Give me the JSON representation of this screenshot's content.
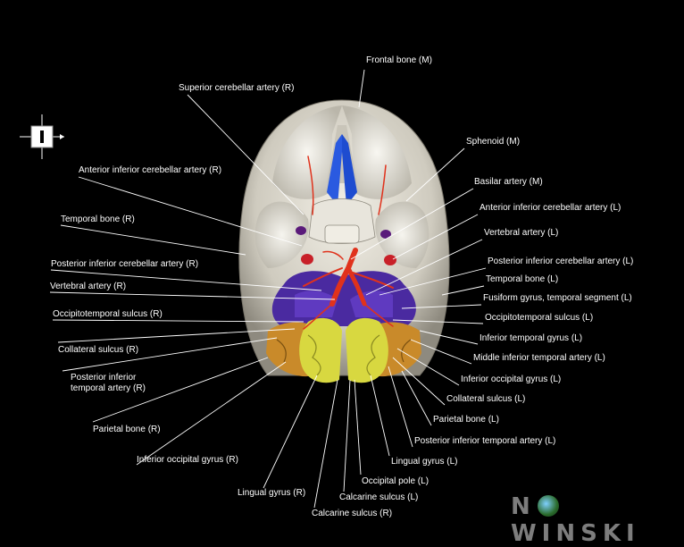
{
  "labels": [
    {
      "id": "frontal-bone-m",
      "text": "Frontal bone (M)",
      "side": "right"
    },
    {
      "id": "superior-cerebellar-artery-r",
      "text": "Superior cerebellar artery (R)",
      "side": "left"
    },
    {
      "id": "sphenoid-m",
      "text": "Sphenoid (M)",
      "side": "right"
    },
    {
      "id": "anterior-inferior-cerebellar-artery-r",
      "text": "Anterior inferior cerebellar artery (R)",
      "side": "left"
    },
    {
      "id": "basilar-artery-m",
      "text": "Basilar artery (M)",
      "side": "right"
    },
    {
      "id": "anterior-inferior-cerebellar-artery-l",
      "text": "Anterior inferior cerebellar artery (L)",
      "side": "right"
    },
    {
      "id": "temporal-bone-r",
      "text": "Temporal bone (R)",
      "side": "left"
    },
    {
      "id": "vertebral-artery-l",
      "text": "Vertebral artery (L)",
      "side": "right"
    },
    {
      "id": "posterior-inferior-cerebellar-artery-r",
      "text": "Posterior inferior cerebellar artery (R)",
      "side": "left"
    },
    {
      "id": "posterior-inferior-cerebellar-artery-l",
      "text": "Posterior inferior cerebellar artery (L)",
      "side": "right"
    },
    {
      "id": "temporal-bone-l",
      "text": "Temporal bone (L)",
      "side": "right"
    },
    {
      "id": "vertebral-artery-r",
      "text": "Vertebral artery (R)",
      "side": "left"
    },
    {
      "id": "fusiform-gyrus-temporal-segment-l",
      "text": "Fusiform gyrus, temporal segment (L)",
      "side": "right"
    },
    {
      "id": "occipitotemporal-sulcus-r",
      "text": "Occipitotemporal sulcus (R)",
      "side": "left"
    },
    {
      "id": "occipitotemporal-sulcus-l",
      "text": "Occipitotemporal sulcus (L)",
      "side": "right"
    },
    {
      "id": "inferior-temporal-gyrus-l",
      "text": "Inferior temporal gyrus (L)",
      "side": "right"
    },
    {
      "id": "collateral-sulcus-r",
      "text": "Collateral sulcus (R)",
      "side": "left"
    },
    {
      "id": "middle-inferior-temporal-artery-l",
      "text": "Middle inferior temporal artery (L)",
      "side": "right"
    },
    {
      "id": "posterior-inferior-temporal-artery-r",
      "text": "Posterior inferior temporal artery (R)",
      "side": "left"
    },
    {
      "id": "inferior-occipital-gyrus-l",
      "text": "Inferior occipital gyrus (L)",
      "side": "right"
    },
    {
      "id": "collateral-sulcus-l",
      "text": "Collateral sulcus (L)",
      "side": "right"
    },
    {
      "id": "parietal-bone-l",
      "text": "Parietal bone (L)",
      "side": "right"
    },
    {
      "id": "parietal-bone-r",
      "text": "Parietal bone (R)",
      "side": "left"
    },
    {
      "id": "posterior-inferior-temporal-artery-l",
      "text": "Posterior inferior temporal artery (L)",
      "side": "right"
    },
    {
      "id": "inferior-occipital-gyrus-r",
      "text": "Inferior occipital gyrus (R)",
      "side": "left"
    },
    {
      "id": "lingual-gyrus-l",
      "text": "Lingual gyrus (L)",
      "side": "right"
    },
    {
      "id": "occipital-pole-l",
      "text": "Occipital pole (L)",
      "side": "right"
    },
    {
      "id": "lingual-gyrus-r",
      "text": "Lingual gyrus (R)",
      "side": "left"
    },
    {
      "id": "calcarine-sulcus-l",
      "text": "Calcarine sulcus (L)",
      "side": "right"
    },
    {
      "id": "calcarine-sulcus-r",
      "text": "Calcarine sulcus (R)",
      "side": "left"
    }
  ],
  "logo": {
    "text_before": "N",
    "text_after": "WINSKI"
  },
  "colors": {
    "background": "#000000",
    "bone": "#d9d6cc",
    "artery": "#e0321c",
    "cerebellum_region": "#4a2aa0",
    "occipital_yellow": "#d8d840",
    "temporal_orange": "#c98a2a",
    "label_text": "#ffffff",
    "leader_line": "#ffffff"
  }
}
